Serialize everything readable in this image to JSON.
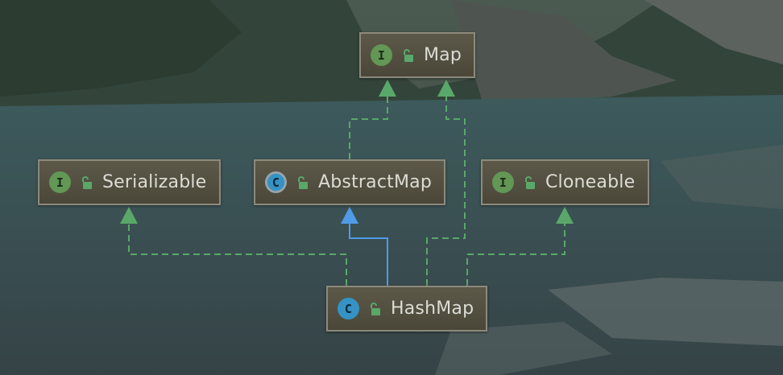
{
  "diagram": {
    "nodes": [
      {
        "id": "map",
        "name": "Map",
        "kind": "interface",
        "badge": "I"
      },
      {
        "id": "serializable",
        "name": "Serializable",
        "kind": "interface",
        "badge": "I"
      },
      {
        "id": "abstractmap",
        "name": "AbstractMap",
        "kind": "abstract-class",
        "badge": "C"
      },
      {
        "id": "cloneable",
        "name": "Cloneable",
        "kind": "interface",
        "badge": "I"
      },
      {
        "id": "hashmap",
        "name": "HashMap",
        "kind": "class",
        "badge": "C"
      }
    ],
    "edges": [
      {
        "from": "abstractmap",
        "to": "map",
        "type": "implements"
      },
      {
        "from": "hashmap",
        "to": "map",
        "type": "implements"
      },
      {
        "from": "hashmap",
        "to": "serializable",
        "type": "implements"
      },
      {
        "from": "hashmap",
        "to": "abstractmap",
        "type": "extends"
      },
      {
        "from": "hashmap",
        "to": "cloneable",
        "type": "implements"
      }
    ],
    "colors": {
      "implements": "#59a869",
      "extends": "#4f9be8",
      "interface_badge": "#629755",
      "class_badge": "#3592c4",
      "node_fill": "#524f41",
      "node_border": "#8c8a7c",
      "text": "#dcdcd6"
    },
    "icons": {
      "interface": "interface-badge-icon",
      "class": "class-badge-icon",
      "abstract_class": "abstract-class-badge-icon",
      "visibility": "public-lock-icon"
    }
  }
}
